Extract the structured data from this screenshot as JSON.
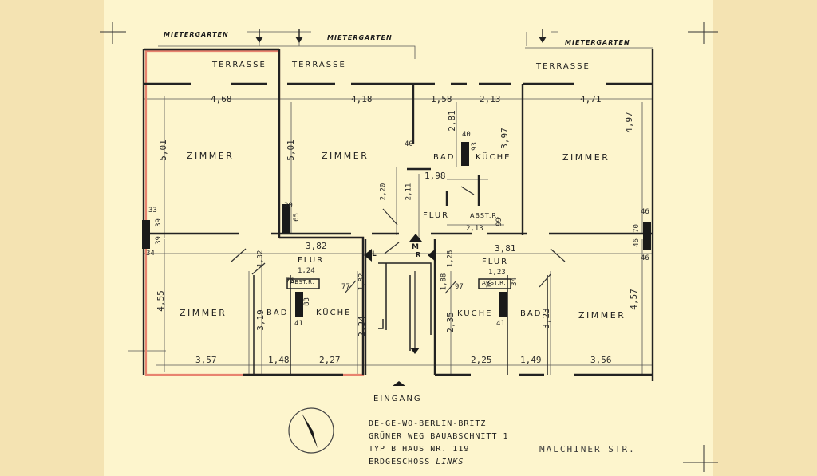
{
  "rooms": {
    "terrace_left": "TERRASSE",
    "terrace_mid": "TERRASSE",
    "terrace_right": "TERRASSE",
    "zimmer_tl": "ZIMMER",
    "zimmer_tm": "ZIMMER",
    "zimmer_tr": "ZIMMER",
    "zimmer_bl": "ZIMMER",
    "zimmer_br": "ZIMMER",
    "bad_top": "BAD",
    "kuche_top": "KÜCHE",
    "flur_top": "FLUR",
    "abstr_top": "ABST.R.",
    "flur_bl": "FLUR",
    "abstr_bl": "ABST.R.",
    "bad_bl": "BAD",
    "kuche_bl": "KÜCHE",
    "flur_br": "FLUR",
    "abstr_br": "ABST.R.",
    "kuche_br": "KÜCHE",
    "bad_br": "BAD",
    "entrance": "EINGANG"
  },
  "gardens": {
    "left": "MIETERGARTEN",
    "mid": "MIETERGARTEN",
    "right": "MIETERGARTEN"
  },
  "stair_marks": {
    "left": "L",
    "mid": "M",
    "right": "R"
  },
  "dimensions": {
    "d468": "4,68",
    "d418": "4,18",
    "d158": "1,58",
    "d213": "2,13",
    "d471": "4,71",
    "d501a": "5,01",
    "d501b": "5,01",
    "d281": "2,81",
    "d40a": "40",
    "d93": "93",
    "d397": "3,97",
    "d497": "4,97",
    "d40b": "40",
    "d198": "1,98",
    "d220": "2,20",
    "d211": "2,11",
    "d20": "20",
    "d65": "65",
    "d2_13": "2,13",
    "d99": "99",
    "d33": "33",
    "d39a": "39",
    "d39b": "39",
    "d34": "34",
    "d46a": "46",
    "d46b": "46",
    "d46c": "46",
    "d70": "70",
    "d382": "3,82",
    "d381": "3,81",
    "d132": "1,32",
    "d124": "1,24",
    "d123": "1,23",
    "d76": "76",
    "d83": "83",
    "d77": "77",
    "d182": "1,82",
    "d188": "1,88",
    "d97": "97",
    "d128": "1,28",
    "d34b": "34",
    "d18": "18",
    "d455": "4,55",
    "d319": "3,19",
    "d41a": "41",
    "d234": "2,34",
    "d235": "2,35",
    "d41b": "41",
    "d323": "3,23",
    "d457": "4,57",
    "d357": "3,57",
    "d148": "1,48",
    "d227": "2,27",
    "d225": "2,25",
    "d149": "1,49",
    "d356": "3,56"
  },
  "title_block": {
    "line1": "DE-GE-WO-BERLIN-BRITZ",
    "line2": "GRÜNER WEG  BAUABSCHNITT 1",
    "line3": "TYP B     HAUS NR. 119",
    "line4_prefix": "ERDGESCHOSS",
    "line4_hand": "LINKS"
  },
  "street": "MALCHINER STR.",
  "colors": {
    "paper": "#fdf5cd",
    "margin": "#f4e3b2",
    "wall": "#222222",
    "highlight": "#e8836f"
  }
}
